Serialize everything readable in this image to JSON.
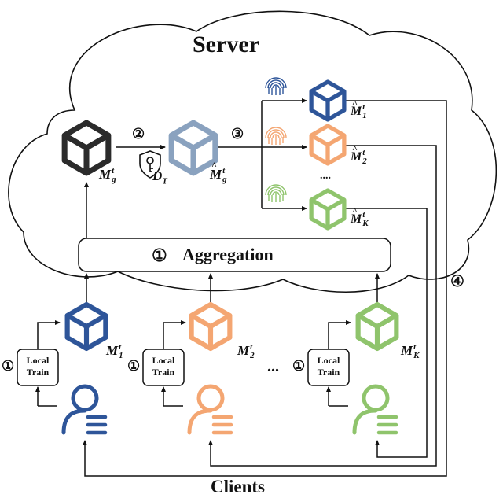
{
  "server_title": "Server",
  "clients_title": "Clients",
  "aggregation_label": "Aggregation",
  "local_train_label": "Local\nTrain",
  "steps": {
    "one": "①",
    "two": "②",
    "three": "③",
    "four": "④"
  },
  "ellipsis_inner": "....",
  "ellipsis_clients": "...",
  "models": {
    "global": {
      "sym": "M",
      "sup": "t",
      "sub": "g",
      "hat": false
    },
    "global_hat": {
      "sym": "M",
      "sup": "t",
      "sub": "g",
      "hat": true
    },
    "wm1": {
      "sym": "M",
      "sup": "t",
      "sub": "1",
      "hat": true
    },
    "wm2": {
      "sym": "M",
      "sup": "t",
      "sub": "2",
      "hat": true
    },
    "wmK": {
      "sym": "M",
      "sup": "t",
      "sub": "K",
      "hat": true
    },
    "c1": {
      "sym": "M",
      "sup": "t",
      "sub": "1",
      "hat": false
    },
    "c2": {
      "sym": "M",
      "sup": "t",
      "sub": "2",
      "hat": false
    },
    "cK": {
      "sym": "M",
      "sup": "t",
      "sub": "K",
      "hat": false
    }
  },
  "key_label": {
    "sym": "D",
    "sub": "T"
  },
  "colors": {
    "black": "#2b2b2b",
    "gray_blue": "#8aa2bf",
    "blue": "#2e5599",
    "orange": "#f4a672",
    "green": "#8fc46c",
    "line": "#111111"
  }
}
